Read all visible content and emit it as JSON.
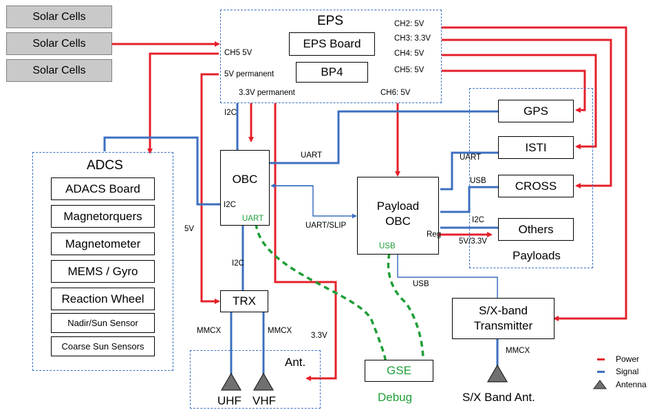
{
  "solar": [
    "Solar Cells",
    "Solar Cells",
    "Solar Cells"
  ],
  "eps": {
    "title": "EPS",
    "board": "EPS Board",
    "bp4": "BP4",
    "ch5_left": "CH5 5V",
    "permanent_5v": "5V permanent",
    "permanent_33v": "3.3V permanent",
    "channels": [
      "CH2: 5V",
      "CH3: 3.3V",
      "CH4: 5V",
      "CH5: 5V"
    ],
    "ch6": "CH6: 5V"
  },
  "adcs": {
    "title": "ADCS",
    "items": [
      "ADACS Board",
      "Magnetorquers",
      "Magnetometer",
      "MEMS / Gyro",
      "Reaction Wheel",
      "Nadir/Sun Sensor",
      "Coarse Sun Sensors"
    ]
  },
  "obc": {
    "title": "OBC",
    "i2c": "I2C",
    "uart": "UART"
  },
  "payload_obc": {
    "title": "Payload\nOBC",
    "usb": "USB",
    "reg": "Reg"
  },
  "payloads": {
    "title": "Payloads",
    "items": [
      "GPS",
      "ISTI",
      "CROSS",
      "Others"
    ]
  },
  "trx": "TRX",
  "ant": {
    "title": "Ant.",
    "uhf": "UHF",
    "vhf": "VHF"
  },
  "gse": {
    "title": "GSE",
    "caption": "Debug"
  },
  "sx": {
    "title": "S/X-band\nTransmitter",
    "antenna": "S/X Band Ant."
  },
  "links": {
    "i2c_eps": "I2C",
    "uart_obc_gps": "UART",
    "uart_slip": "UART/SLIP",
    "i2c_trx": "I2C",
    "five_v": "5V",
    "three_v": "3.3V",
    "mmcx_left": "MMCX",
    "mmcx_right": "MMCX",
    "mmcx_sx": "MMCX",
    "uart_isti": "UART",
    "usb_cross": "USB",
    "i2c_others": "I2C",
    "reg_out": "5V/3.3V",
    "usb_sx": "USB"
  },
  "legend": {
    "items": [
      {
        "label": "Power",
        "color": "#e4202a",
        "kind": "line"
      },
      {
        "label": "Signal",
        "color": "#3b6fc0",
        "kind": "line"
      },
      {
        "label": "Antenna",
        "color": "#707070",
        "kind": "triangle"
      }
    ]
  },
  "colors": {
    "power": "#e4202a",
    "signal": "#3b6fc0",
    "debug": "#1e9e37",
    "group_border": "#3b6fc0"
  }
}
